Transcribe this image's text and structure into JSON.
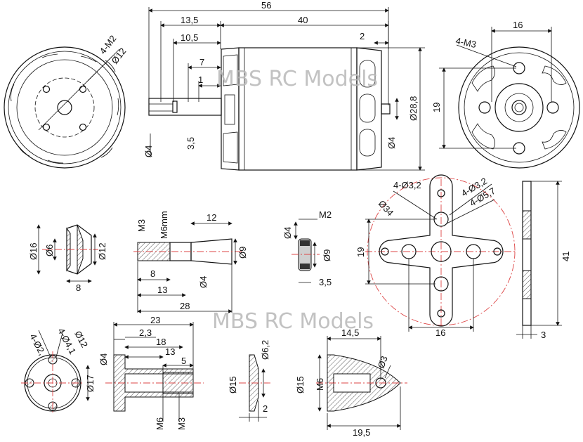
{
  "watermark": "MBS RC Models",
  "colors": {
    "centerline": "#dd4444",
    "ink": "#111111",
    "watermark": "#b8b8b8"
  },
  "motor": {
    "front_bolts": "4-M2",
    "front_circle": "Ø12",
    "overall_length": "56",
    "body_length": "40",
    "shaft_13_5": "13,5",
    "shaft_10_5": "10,5",
    "shaft_7": "7",
    "shaft_1": "1",
    "shaft_3_5": "3,5",
    "shaft_dia": "Ø4",
    "rear_shaft_2": "2",
    "rear_shaft_dia": "Ø4",
    "body_dia": "Ø28,8",
    "rear_bolts": "4-M3",
    "rear_spacing_h": "16",
    "rear_spacing_v": "19"
  },
  "parts": {
    "adapter_od": "Ø16",
    "adapter_id": "Ø6",
    "adapter_d2": "Ø12",
    "adapter_len": "8",
    "prop_m3": "M3",
    "prop_m6": "M6mm",
    "prop_12": "12",
    "prop_d9": "Ø9",
    "prop_8": "8",
    "prop_13": "13",
    "prop_d4": "Ø4",
    "prop_28": "28",
    "collar_d4": "Ø4",
    "collar_m2": "M2",
    "collar_d9": "Ø9",
    "collar_3_5": "3,5",
    "mount_holes_a": "4-Ø3,2",
    "mount_holes_b": "4-Ø3,2",
    "mount_holes_c": "4-Ø5,7",
    "mount_circle": "Ø34",
    "mount_19": "19",
    "mount_16": "16",
    "mount_41": "41",
    "mount_3": "3",
    "hub_holes_a": "4-Ø2,",
    "hub_holes_b": "4-Ø4,1",
    "hub_d12": "Ø12",
    "hub_d17": "Ø17",
    "shaft2_23": "23",
    "shaft2_2_3": "2,3",
    "shaft2_18": "18",
    "shaft2_13": "13",
    "shaft2_5": "5",
    "shaft2_d4": "Ø4",
    "shaft2_m6": "M6",
    "shaft2_m3": "M3",
    "washer_d6_2": "Ø6,2",
    "washer_d15": "Ø15",
    "washer_2": "2",
    "spinner_14_5": "14,5",
    "spinner_d3": "Ø3",
    "spinner_d15": "Ø15",
    "spinner_m6": "M6",
    "spinner_19_5": "19,5"
  }
}
